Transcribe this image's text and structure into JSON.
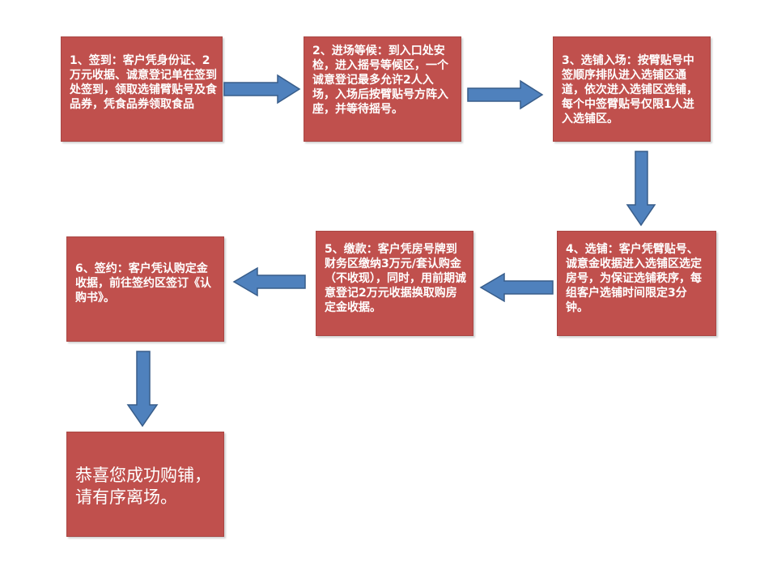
{
  "steps": [
    {
      "id": "step-1",
      "text": "1、签到：客户凭身份证、2万元收据、诚意登记单在签到处签到，领取选铺臂贴号及食品券，凭食品券领取食品"
    },
    {
      "id": "step-2",
      "text": "2、进场等候：到入口处安检，进入摇号等候区，一个诚意登记最多允许2人入场，入场后按臂贴号方阵入座，并等待摇号。"
    },
    {
      "id": "step-3",
      "text": "3、选铺入场：按臂贴号中签顺序排队进入选铺区通道，依次进入选铺区选铺，每个中签臂贴号仅限1人进入选铺区。"
    },
    {
      "id": "step-4",
      "text": "4、选铺：客户凭臂贴号、诚意金收据进入选铺区选定房号，为保证选铺秩序，每组客户选铺时间限定3分钟。"
    },
    {
      "id": "step-5",
      "text": "5、缴款：客户凭房号牌到财务区缴纳3万元/套认购金（不收现），同时，用前期诚意登记2万元收据换取购房定金收据。"
    },
    {
      "id": "step-6",
      "text": "6、签约：客户凭认购定金收据，前往签约区签订《认购书》。"
    }
  ],
  "final": {
    "text": "恭喜您成功购铺，请有序离场。"
  },
  "colors": {
    "box_fill": "#c0504d",
    "box_border": "#a94744",
    "arrow_fill": "#4f81bd",
    "arrow_stroke": "#385d8a",
    "text": "#ffffff",
    "background": "#ffffff"
  }
}
